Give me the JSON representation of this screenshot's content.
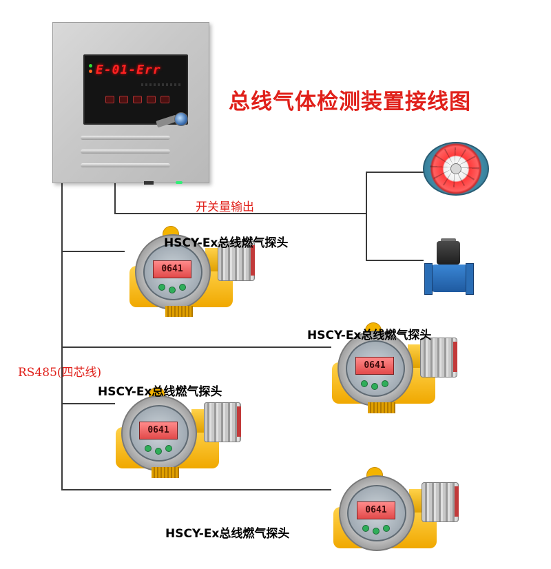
{
  "title": "总线气体检测装置接线图",
  "controller": {
    "display_text": "E-01-Err"
  },
  "labels": {
    "switch_output": "开关量输出",
    "rs485": "RS485(四芯线)"
  },
  "detectors": [
    {
      "label": "HSCY-Ex总线燃气探头",
      "reading": "0641"
    },
    {
      "label": "HSCY-Ex总线燃气探头",
      "reading": "0641"
    },
    {
      "label": "HSCY-Ex总线燃气探头",
      "reading": "0641"
    },
    {
      "label": "HSCY-Ex总线燃气探头",
      "reading": "0641"
    }
  ],
  "colors": {
    "title": "#e0201a",
    "wire": "#3a3a3a",
    "detector_body": "#f4b400",
    "lcd": "#e24a4a"
  },
  "icons": [
    "controller-cabinet",
    "axial-fan-icon",
    "solenoid-valve-icon",
    "gas-detector-icon"
  ]
}
